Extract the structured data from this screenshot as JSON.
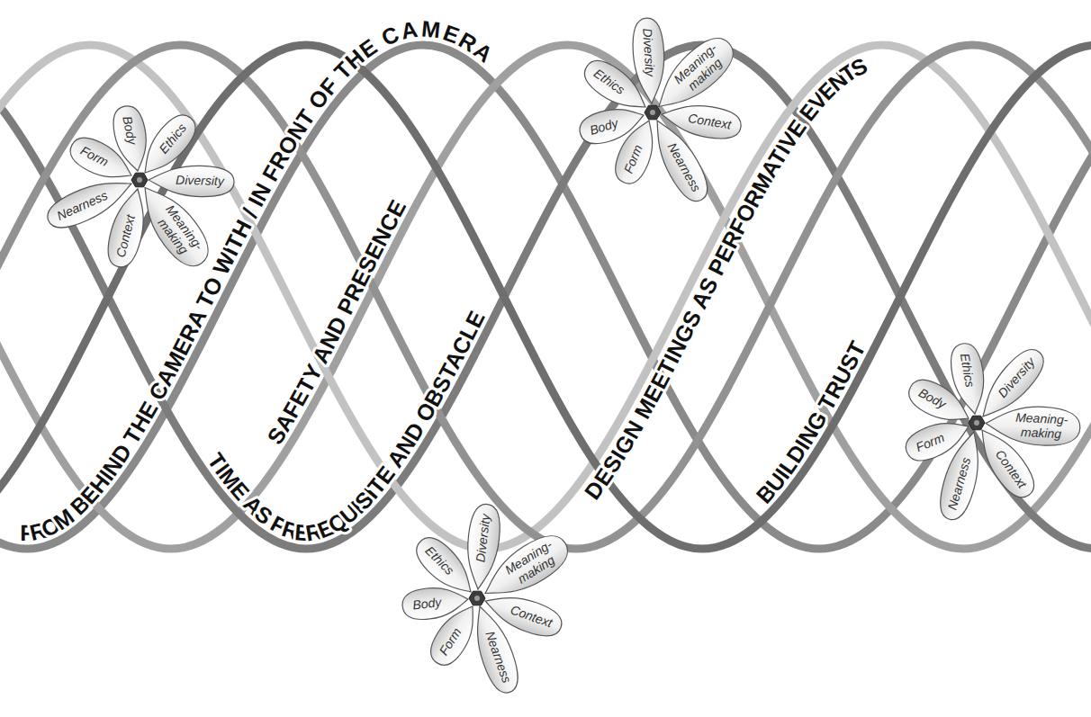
{
  "diagram": {
    "nodes": [
      {
        "text": [
          "Ethics"
        ]
      },
      {
        "text": [
          "Diversity"
        ]
      },
      {
        "text": [
          "Meaning-making"
        ]
      },
      {
        "text": [
          "Context"
        ]
      },
      {
        "text": [
          "Nearness"
        ]
      },
      {
        "text": [
          "Form"
        ]
      },
      {
        "text": [
          "Body"
        ]
      },
      {
        "text": [
          "Ethics"
        ]
      },
      {
        "text": [
          "Diversity"
        ]
      },
      {
        "text": [
          "Meaning-making"
        ]
      },
      {
        "text": [
          "Context"
        ]
      },
      {
        "text": [
          "Nearness"
        ]
      },
      {
        "text": [
          "Form"
        ]
      },
      {
        "text": [
          "Body"
        ]
      },
      {
        "text": [
          "Ethics"
        ]
      },
      {
        "text": [
          "Diversity"
        ]
      },
      {
        "text": [
          "Meaning-making"
        ]
      },
      {
        "text": [
          "Context"
        ]
      },
      {
        "text": [
          "Nearness"
        ]
      },
      {
        "text": [
          "Form"
        ]
      },
      {
        "text": [
          "Body"
        ]
      },
      {
        "text": [
          "Ethics"
        ]
      },
      {
        "text": [
          "Diversity"
        ]
      },
      {
        "text": [
          "Meaning-making"
        ]
      },
      {
        "text": [
          "Context"
        ]
      },
      {
        "text": [
          "Nearness"
        ]
      },
      {
        "text": [
          "Form"
        ]
      },
      {
        "text": [
          "Body"
        ]
      }
    ],
    "labels": [
      "FROM BEHIND THE CAMERA TO WITH / IN FRONT OF THE CAMERA",
      "SAFETY AND PRESENCE",
      "DESIGN MEETINGS AS PERFORMATIVE EVENTS",
      "BUILDING TRUST",
      "TIME AS PREREQUISITE AND OBSTACLE"
    ]
  }
}
